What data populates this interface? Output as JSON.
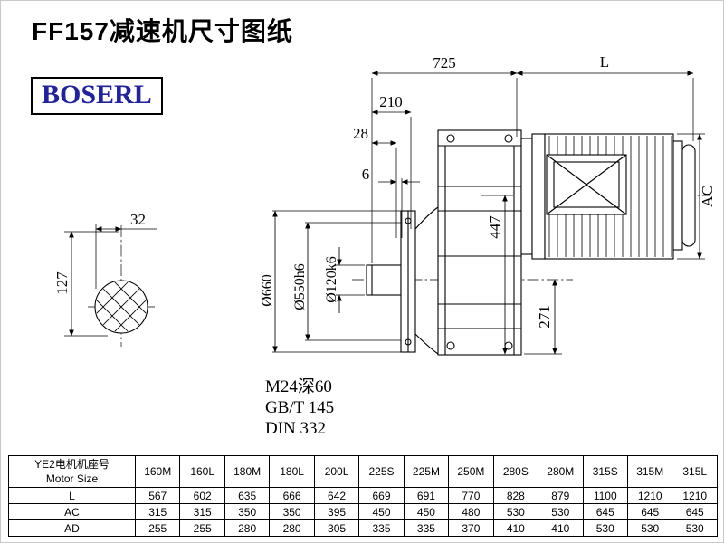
{
  "title": "FF157减速机尺寸图纸",
  "logo": "BOSERL",
  "drawing": {
    "dims": {
      "d725": "725",
      "dL": "L",
      "d210": "210",
      "d28": "28",
      "d6": "6",
      "dAC": "AC",
      "d447": "447",
      "d271": "271",
      "d32": "32",
      "d127": "127",
      "dia660": "Ø660",
      "dia550": "Ø550h6",
      "dia120": "Ø120k6",
      "thread_note": "M24深60",
      "std_gb": "GB/T 145",
      "std_din": "DIN 332"
    }
  },
  "table": {
    "header_cn": "YE2电机机座号",
    "header_en": "Motor Size",
    "columns": [
      "160M",
      "160L",
      "180M",
      "180L",
      "200L",
      "225S",
      "225M",
      "250M",
      "280S",
      "280M",
      "315S",
      "315M",
      "315L"
    ],
    "rows": [
      {
        "label": "L",
        "values": [
          "567",
          "602",
          "635",
          "666",
          "642",
          "669",
          "691",
          "770",
          "828",
          "879",
          "1100",
          "1210",
          "1210"
        ]
      },
      {
        "label": "AC",
        "values": [
          "315",
          "315",
          "350",
          "350",
          "395",
          "450",
          "450",
          "480",
          "530",
          "530",
          "645",
          "645",
          "645"
        ]
      },
      {
        "label": "AD",
        "values": [
          "255",
          "255",
          "280",
          "280",
          "305",
          "335",
          "335",
          "370",
          "410",
          "410",
          "530",
          "530",
          "530"
        ]
      }
    ]
  }
}
